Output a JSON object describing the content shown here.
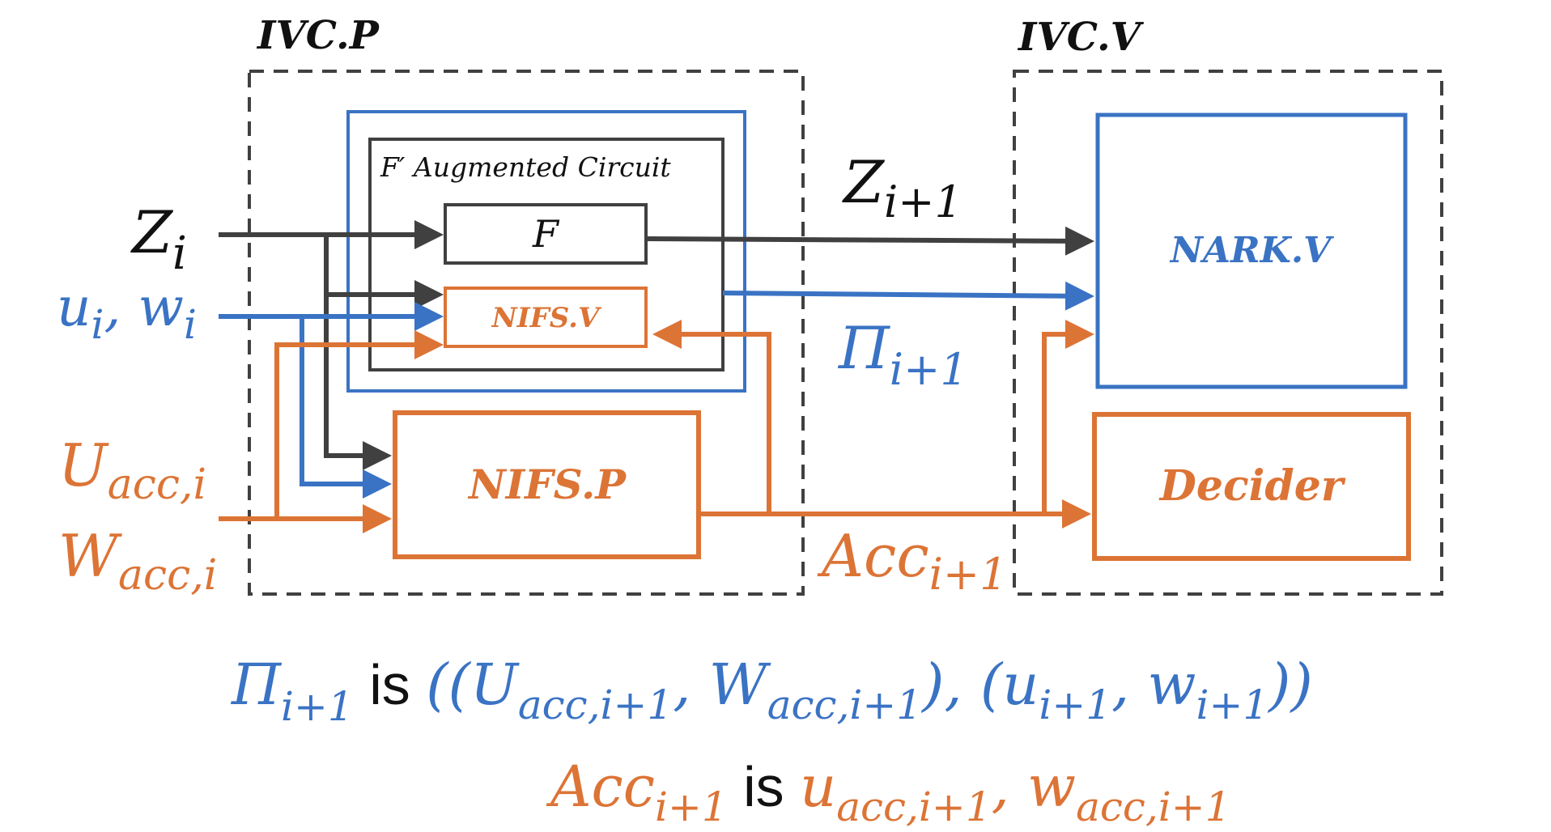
{
  "colors": {
    "dark": "#404040",
    "blue": "#3a73c4",
    "orange": "#dc7436"
  },
  "titles": {
    "prover": "IVC.P",
    "verifier": "IVC.V"
  },
  "boxes": {
    "augmented_circuit": "F′ Augmented Circuit",
    "f": "F",
    "nifs_v": "NIFS.V",
    "nifs_p": "NIFS.P",
    "nark_v": "NARK.V",
    "decider": "Decider"
  },
  "inputs": {
    "z": {
      "base": "Z",
      "sub": "i"
    },
    "uw": {
      "base1": "u",
      "sub1": "i",
      "sep": ", ",
      "base2": "w",
      "sub2": "i"
    },
    "u_acc": {
      "base": "U",
      "sub": "acc,i"
    },
    "w_acc": {
      "base": "W",
      "sub": "acc,i"
    }
  },
  "outputs": {
    "z_next": {
      "base": "Z",
      "sub": "i+1"
    },
    "pi_next": {
      "base": "Π",
      "sub": "i+1"
    },
    "acc_next": {
      "base": "Acc",
      "sub": "i+1"
    }
  },
  "footnotes": {
    "line1": {
      "pi_base": "Π",
      "pi_sub": "i+1",
      "is": " is ",
      "open": "((",
      "u_base": "U",
      "u_sub": "acc,i+1",
      "comma1": ", ",
      "w_base": "W",
      "w_sub": "acc,i+1",
      "mid": "), (",
      "u2_base": "u",
      "u2_sub": "i+1",
      "comma2": ", ",
      "w2_base": "w",
      "w2_sub": "i+1",
      "close": "))"
    },
    "line2": {
      "acc_base": "Acc",
      "acc_sub": "i+1",
      "is": " is ",
      "u_base": "u",
      "u_sub": "acc,i+1",
      "comma": ", ",
      "w_base": "w",
      "w_sub": "acc,i+1"
    }
  }
}
